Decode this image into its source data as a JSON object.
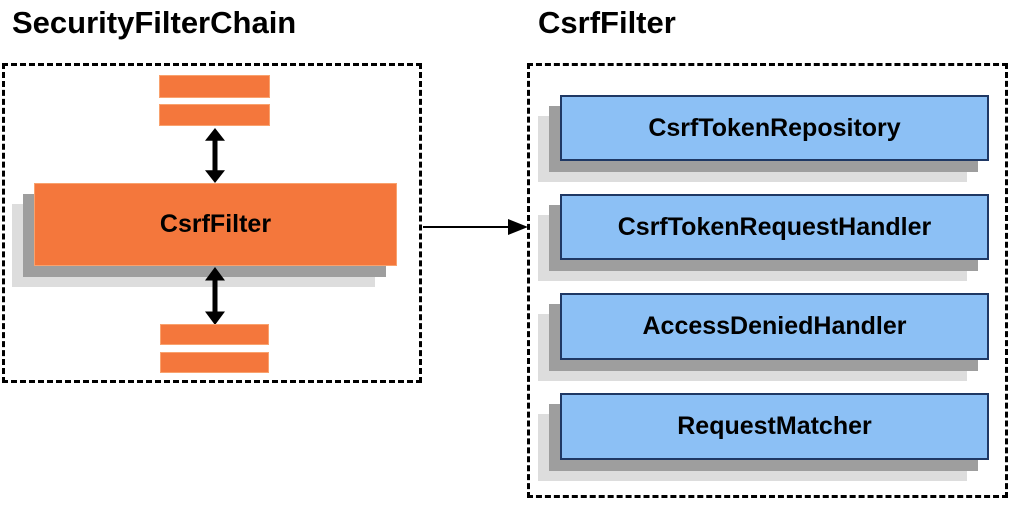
{
  "colors": {
    "background": "#FFFFFF",
    "orange": "#F4773C",
    "orange_border": "#F9A26E",
    "blue": "#8CC0F5",
    "blue_border": "#1F3864",
    "shadow_dark": "#9E9E9E",
    "shadow_light": "#DDDDDD",
    "line": "#000000"
  },
  "left_panel": {
    "title": "SecurityFilterChain",
    "filter_box_label": "CsrfFilter"
  },
  "right_panel": {
    "title": "CsrfFilter",
    "components": [
      "CsrfTokenRepository",
      "CsrfTokenRequestHandler",
      "AccessDeniedHandler",
      "RequestMatcher"
    ]
  },
  "icons": {
    "up_down_arrow": "↕",
    "right_arrow": "→"
  }
}
